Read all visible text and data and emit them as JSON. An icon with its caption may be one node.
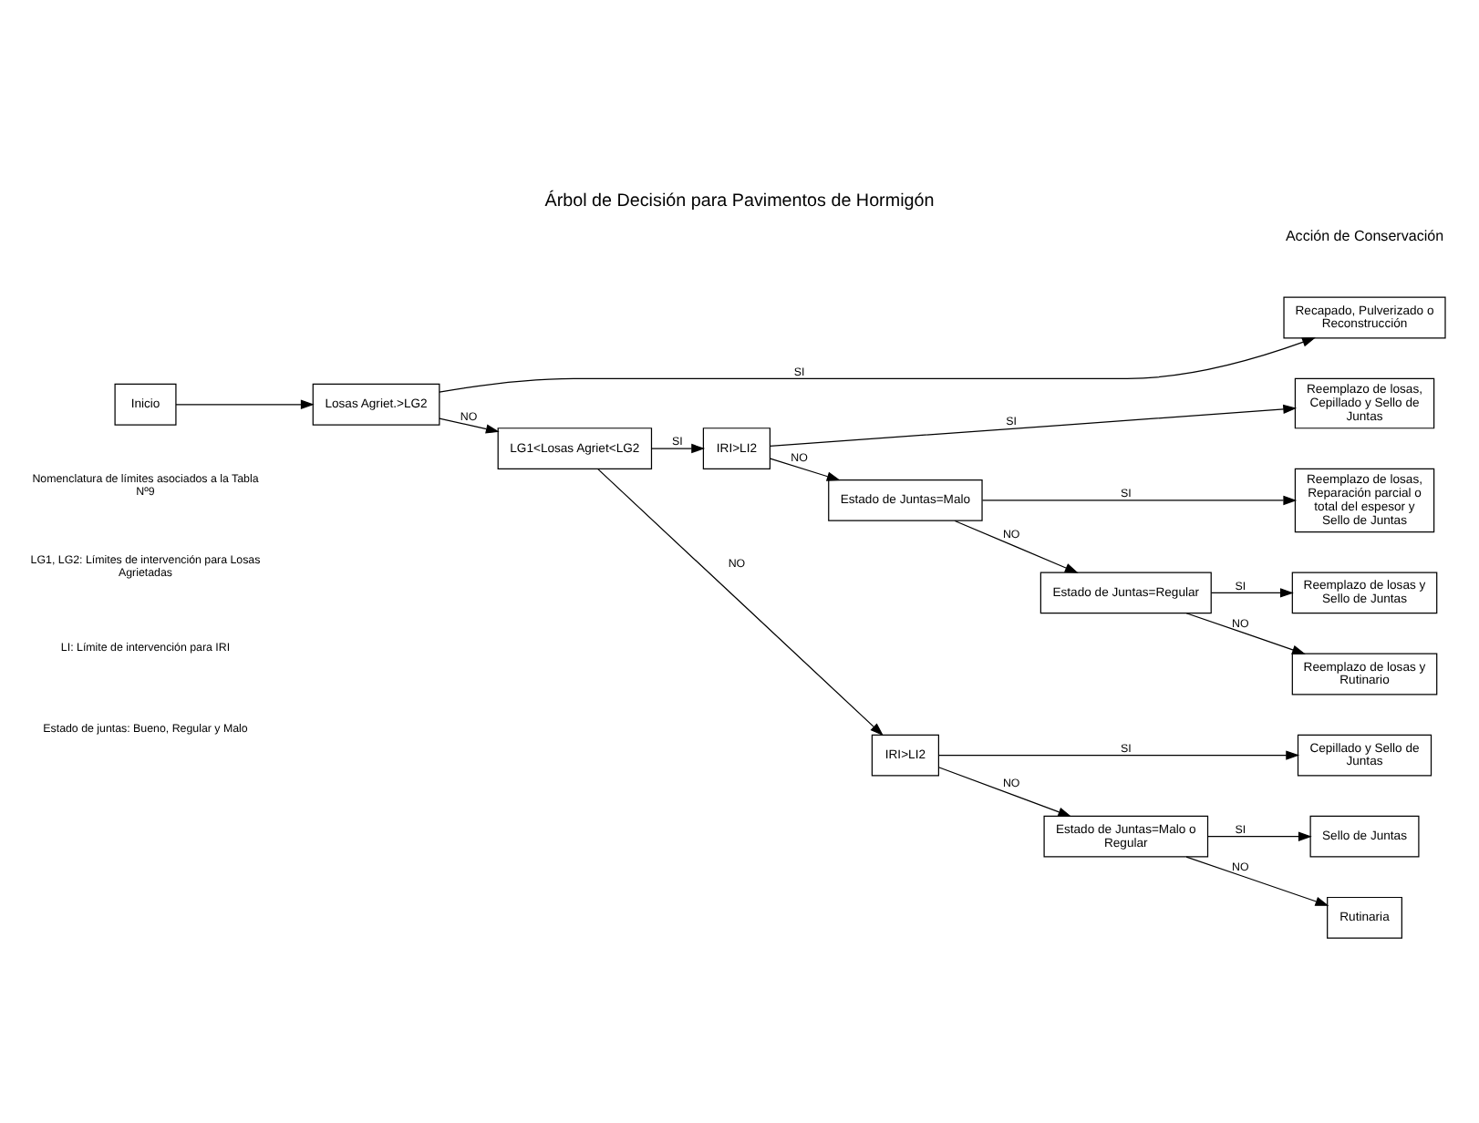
{
  "diagram": {
    "title": "Árbol de Decisión para Pavimentos de Hormigón",
    "nodes": [
      {
        "text": [
          "Inicio"
        ]
      },
      {
        "text": [
          "Losas Agriet.>LG2"
        ]
      },
      {
        "text": [
          "LG1<Losas Agriet<LG2"
        ]
      },
      {
        "text": [
          "IRI>LI2"
        ]
      },
      {
        "text": [
          "Estado de Juntas=Malo"
        ]
      },
      {
        "text": [
          "Estado de Juntas=Regular"
        ]
      },
      {
        "text": [
          "IRI>LI2"
        ]
      },
      {
        "text": [
          "Estado de Juntas=Malo o Regular"
        ]
      },
      {
        "text": [
          "Recapado, Pulverizado o Reconstrucción"
        ]
      },
      {
        "text": [
          "Reemplazo de losas, Cepillado y Sello de Juntas"
        ]
      },
      {
        "text": [
          "Reemplazo de losas, Reparación parcial o total del espesor y Sello de Juntas"
        ]
      },
      {
        "text": [
          "Reemplazo de losas y Sello de Juntas"
        ]
      },
      {
        "text": [
          "Reemplazo de losas y Rutinario"
        ]
      },
      {
        "text": [
          "Cepillado y Sello de Juntas"
        ]
      },
      {
        "text": [
          "Sello de Juntas"
        ]
      },
      {
        "text": [
          "Rutinaria"
        ]
      }
    ],
    "edges": [
      {
        "from": 0,
        "to": 1,
        "arrow": "to"
      },
      {
        "from": 1,
        "to": 8,
        "arrow": "to",
        "label": "SI"
      },
      {
        "from": 1,
        "to": 2,
        "arrow": "to",
        "label": "NO"
      },
      {
        "from": 2,
        "to": 3,
        "arrow": "to",
        "label": "SI"
      },
      {
        "from": 3,
        "to": 9,
        "arrow": "to",
        "label": "SI"
      },
      {
        "from": 3,
        "to": 4,
        "arrow": "to",
        "label": "NO"
      },
      {
        "from": 4,
        "to": 10,
        "arrow": "to",
        "label": "SI"
      },
      {
        "from": 4,
        "to": 5,
        "arrow": "to",
        "label": "NO"
      },
      {
        "from": 5,
        "to": 11,
        "arrow": "to",
        "label": "SI"
      },
      {
        "from": 5,
        "to": 12,
        "arrow": "to",
        "label": "NO"
      },
      {
        "from": 2,
        "to": 6,
        "arrow": "to",
        "label": "NO"
      },
      {
        "from": 6,
        "to": 13,
        "arrow": "to",
        "label": "SI"
      },
      {
        "from": 6,
        "to": 7,
        "arrow": "to",
        "label": "NO"
      },
      {
        "from": 7,
        "to": 14,
        "arrow": "to",
        "label": "SI"
      },
      {
        "from": 7,
        "to": 15,
        "arrow": "to",
        "label": "NO"
      }
    ],
    "labels": [
      "Acción de Conservación",
      "Nomenclatura de límites asociados a la Tabla Nº9",
      "LG1, LG2: Límites de intervención para Losas Agrietadas",
      "LI: Límite de intervención para IRI",
      "Estado de juntas: Bueno, Regular y Malo"
    ]
  }
}
